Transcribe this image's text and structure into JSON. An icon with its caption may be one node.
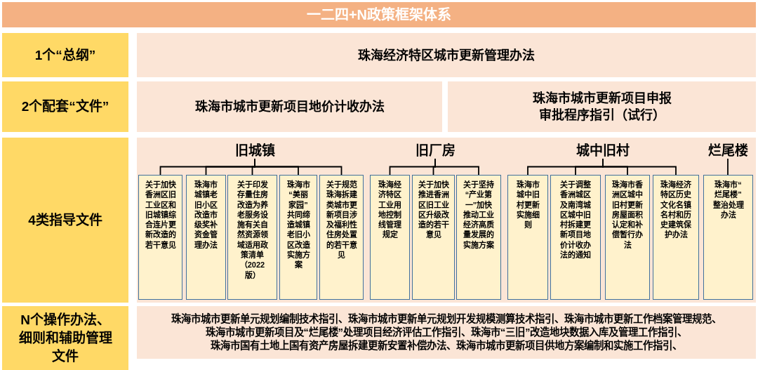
{
  "diagram": {
    "title": "一二四+N政策框架体系",
    "nodes": [
      {
        "text": [
          "1个“总纲”"
        ]
      },
      {
        "text": [
          "珠海经济特区城市更新管理办法"
        ]
      },
      {
        "text": [
          "2个配套“文件”"
        ]
      },
      {
        "text": [
          "珠海市城市更新项目地价计收办法"
        ]
      },
      {
        "text": [
          "珠海市城市更新项目申报审批程序指引（试行）"
        ]
      },
      {
        "text": [
          "4类指导文件"
        ]
      },
      {
        "text": [],
        "shape": "box"
      },
      {
        "text": [
          "旧城镇"
        ],
        "in": 6
      },
      {
        "text": [
          "关于加快香洲区旧工业区和旧城镇综合连片更新改造的若干意见"
        ],
        "in": 6
      },
      {
        "text": [
          "珠海市城镇老旧小区改造市级奖补资金管理办法"
        ],
        "in": 6
      },
      {
        "text": [
          "关于印发存量住房改造为养老服务设施有关自然资源领域适用政策清单（2022版）"
        ],
        "in": 6
      },
      {
        "text": [
          "珠海市“美丽家园”共同缔造城镇老旧小区改造实施方案"
        ],
        "in": 6
      },
      {
        "text": [
          "关于规范珠海拆建类城市更新项目涉及福利性住房处置的若干意见"
        ],
        "in": 6
      },
      {
        "text": [
          "旧厂房"
        ],
        "in": 6
      },
      {
        "text": [
          "珠海经济特区工业用地控制线管理规定"
        ],
        "in": 6
      },
      {
        "text": [
          "关于加快推进香洲区旧工业区升级改造的若干意见"
        ],
        "in": 6
      },
      {
        "text": [
          "关于坚持“产业第一”加快推动工业经济高质量发展的实施方案"
        ],
        "in": 6
      },
      {
        "text": [
          "城中旧村"
        ],
        "in": 6
      },
      {
        "text": [
          "珠海市城中旧村更新实施细则"
        ],
        "in": 6
      },
      {
        "text": [
          "关于调整香洲城区及南湾城区城中旧村拆建更新项目地价计收办法的通知"
        ],
        "in": 6
      },
      {
        "text": [
          "珠海市香洲区城中旧村更新房屋面积认定和补偿暂行办法"
        ],
        "in": 6
      },
      {
        "text": [
          "珠海经济特区历史文化名镇名村和历史建筑保护办法"
        ],
        "in": 6
      },
      {
        "text": [
          "烂尾楼"
        ],
        "in": 6
      },
      {
        "text": [
          "珠海市“烂尾楼”整治处理办法"
        ],
        "in": 6
      },
      {
        "text": [
          "N个操作办法、细则和辅助管理文件"
        ]
      },
      {
        "text": [
          "珠海市城市更新单元规划编制技术指引、珠海市城市更新单元规划开发规模测算技术指引、珠海市城市更新工作档案管理规范、",
          "珠海市城市更新项目及“烂尾楼”处理项目经济评估工作指引、珠海市“三旧”改造地块数据入库及管理工作指引、",
          "珠海市国有土地上国有资产房屋拆建更新安置补偿办法、珠海市城市更新项目供地方案编制和实施工作指引、"
        ]
      }
    ],
    "edges": [
      {
        "from": 7,
        "to": 8,
        "arrow": "none"
      },
      {
        "from": 7,
        "to": 9,
        "arrow": "none"
      },
      {
        "from": 7,
        "to": 10,
        "arrow": "none"
      },
      {
        "from": 7,
        "to": 11,
        "arrow": "none"
      },
      {
        "from": 7,
        "to": 12,
        "arrow": "none"
      },
      {
        "from": 13,
        "to": 14,
        "arrow": "none"
      },
      {
        "from": 13,
        "to": 15,
        "arrow": "none"
      },
      {
        "from": 13,
        "to": 16,
        "arrow": "none"
      },
      {
        "from": 17,
        "to": 18,
        "arrow": "none"
      },
      {
        "from": 17,
        "to": 19,
        "arrow": "none"
      },
      {
        "from": 17,
        "to": 20,
        "arrow": "none"
      },
      {
        "from": 17,
        "to": 21,
        "arrow": "none"
      },
      {
        "from": 22,
        "to": 23,
        "arrow": "none"
      }
    ]
  }
}
